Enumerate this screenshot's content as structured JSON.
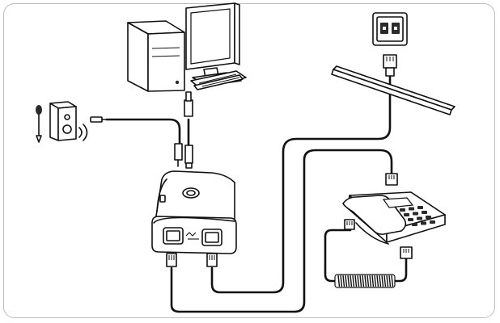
{
  "diagram": {
    "description_free": true,
    "components": [
      {
        "id": "desktop-computer",
        "icon": "computer-icon"
      },
      {
        "id": "microphone-speaker",
        "icon": "microphone-icon"
      },
      {
        "id": "phone-wall-socket",
        "icon": "wall-socket-icon"
      },
      {
        "id": "telephone-line",
        "icon": "phone-line-icon"
      },
      {
        "id": "usb-phone-adapter",
        "icon": "adapter-icon"
      },
      {
        "id": "desk-telephone",
        "icon": "telephone-icon"
      }
    ],
    "colors": {
      "line": "#111111",
      "frame": "#bdbdbd",
      "background": "#ffffff"
    }
  }
}
